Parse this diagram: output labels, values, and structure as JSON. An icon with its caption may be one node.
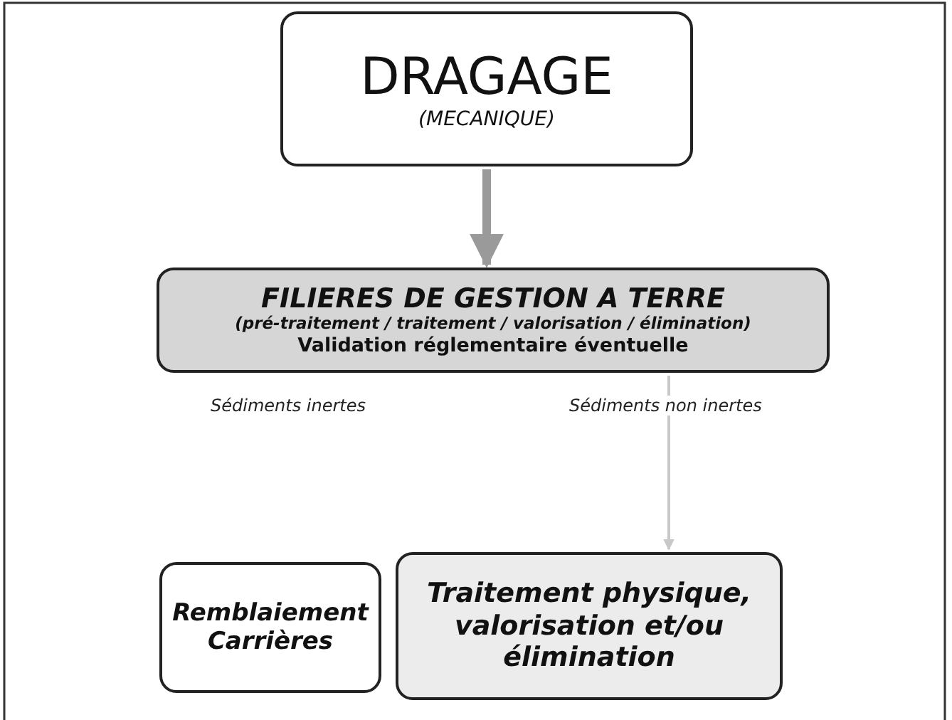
{
  "diagram": {
    "nodes": [
      {
        "text": [
          "DRAGAGE",
          "(MECANIQUE)"
        ]
      },
      {
        "text": [
          "FILIERES DE GESTION A TERRE",
          "(pré-traitement / traitement / valorisation / élimination)",
          "Validation réglementaire éventuelle"
        ]
      },
      {
        "text": [
          "Remblaiement Carrières"
        ]
      },
      {
        "text": [
          "Traitement physique, valorisation et/ou élimination"
        ]
      }
    ],
    "edges": [
      {
        "from": 0,
        "to": 1,
        "arrow": "to",
        "style": "thick"
      },
      {
        "from": 1,
        "to": 3,
        "arrow": "to",
        "label": "Sédiments non inertes",
        "color": "#c8c8c8"
      }
    ],
    "labels": [
      "Sédiments inertes"
    ]
  }
}
